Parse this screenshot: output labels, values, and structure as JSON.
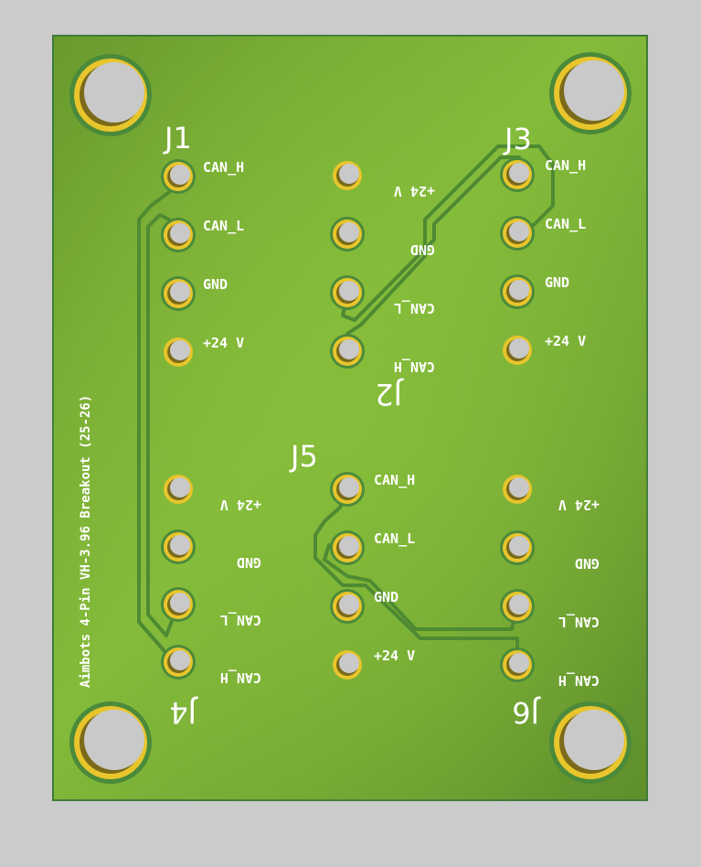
{
  "board": {
    "title_silk": "Aimbots 4-Pin VH-3.96 Breakout (25-26)",
    "colors": {
      "background": "#cbcbcb",
      "substrate_light": "#84bb3a",
      "substrate_dark": "#5f8f2c",
      "edge": "#3f7a3a",
      "trace": "#4e8a32",
      "pad_ring": "#e8c52c",
      "hole": "#c9c9c9",
      "silkscreen": "#ffffff"
    }
  },
  "mounting_holes": [
    {
      "name": "top-left"
    },
    {
      "name": "top-right"
    },
    {
      "name": "bottom-left"
    },
    {
      "name": "bottom-right"
    }
  ],
  "connectors": [
    {
      "ref": "J1",
      "mirrored": false,
      "pins": [
        "CAN_H",
        "CAN_L",
        "GND",
        "+24 V"
      ]
    },
    {
      "ref": "J2",
      "mirrored": true,
      "pins": [
        "+24 V",
        "GND",
        "CAN_L",
        "CAN_H"
      ]
    },
    {
      "ref": "J3",
      "mirrored": false,
      "pins": [
        "CAN_H",
        "CAN_L",
        "GND",
        "+24 V"
      ]
    },
    {
      "ref": "J4",
      "mirrored": true,
      "pins": [
        "+24 V",
        "GND",
        "CAN_L",
        "CAN_H"
      ]
    },
    {
      "ref": "J5",
      "mirrored": false,
      "pins": [
        "CAN_H",
        "CAN_L",
        "GND",
        "+24 V"
      ]
    },
    {
      "ref": "J6",
      "mirrored": true,
      "pins": [
        "+24 V",
        "GND",
        "CAN_L",
        "CAN_H"
      ]
    }
  ]
}
